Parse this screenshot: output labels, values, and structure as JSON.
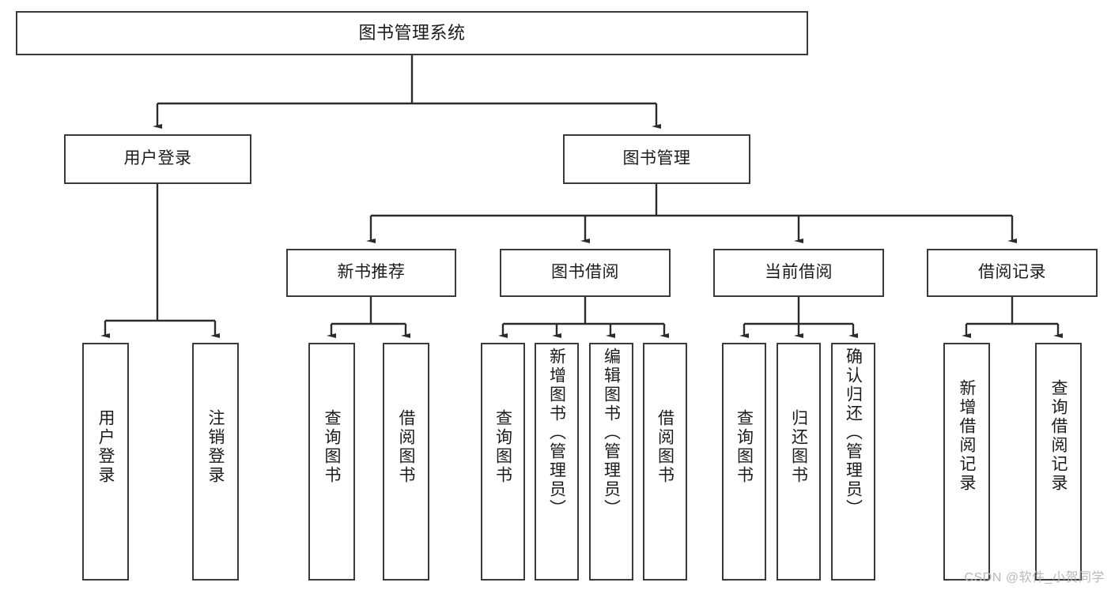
{
  "diagram": {
    "title": "图书管理系统",
    "type": "functional-structure-tree",
    "watermark": "CSDN @软件_小贺同学",
    "colors": {
      "background": "#ffffff",
      "box_border": "#3a3a3a",
      "box_fill": "#ffffff",
      "text": "#1b1b1b",
      "edge": "#2b2b2b",
      "watermark": "#b9b9b9"
    },
    "nodes": {
      "root": {
        "label": "图书管理系统"
      },
      "level2": [
        {
          "id": "user-login",
          "label": "用户登录"
        },
        {
          "id": "book-manage",
          "label": "图书管理"
        }
      ],
      "level3": [
        {
          "id": "new-book-recommend",
          "label": "新书推荐"
        },
        {
          "id": "book-borrow",
          "label": "图书借阅"
        },
        {
          "id": "current-borrow",
          "label": "当前借阅"
        },
        {
          "id": "borrow-record",
          "label": "借阅记录"
        }
      ],
      "leaves": {
        "user-login": [
          {
            "id": "leaf-user-login",
            "label": "用户登录"
          },
          {
            "id": "leaf-logout-login",
            "label": "注销登录"
          }
        ],
        "new-book-recommend": [
          {
            "id": "leaf-query-book-1",
            "label": "查询图书"
          },
          {
            "id": "leaf-borrow-book-1",
            "label": "借阅图书"
          }
        ],
        "book-borrow": [
          {
            "id": "leaf-query-book-2",
            "label": "查询图书"
          },
          {
            "id": "leaf-add-book",
            "label": "新增图书（管理员）"
          },
          {
            "id": "leaf-edit-book",
            "label": "编辑图书（管理员）"
          },
          {
            "id": "leaf-borrow-book-2",
            "label": "借阅图书"
          }
        ],
        "current-borrow": [
          {
            "id": "leaf-query-book-3",
            "label": "查询图书"
          },
          {
            "id": "leaf-return-book",
            "label": "归还图书"
          },
          {
            "id": "leaf-confirm-return",
            "label": "确认归还（管理员）"
          }
        ],
        "borrow-record": [
          {
            "id": "leaf-add-record",
            "label": "新增借阅记录"
          },
          {
            "id": "leaf-query-record",
            "label": "查询借阅记录"
          }
        ]
      }
    }
  }
}
